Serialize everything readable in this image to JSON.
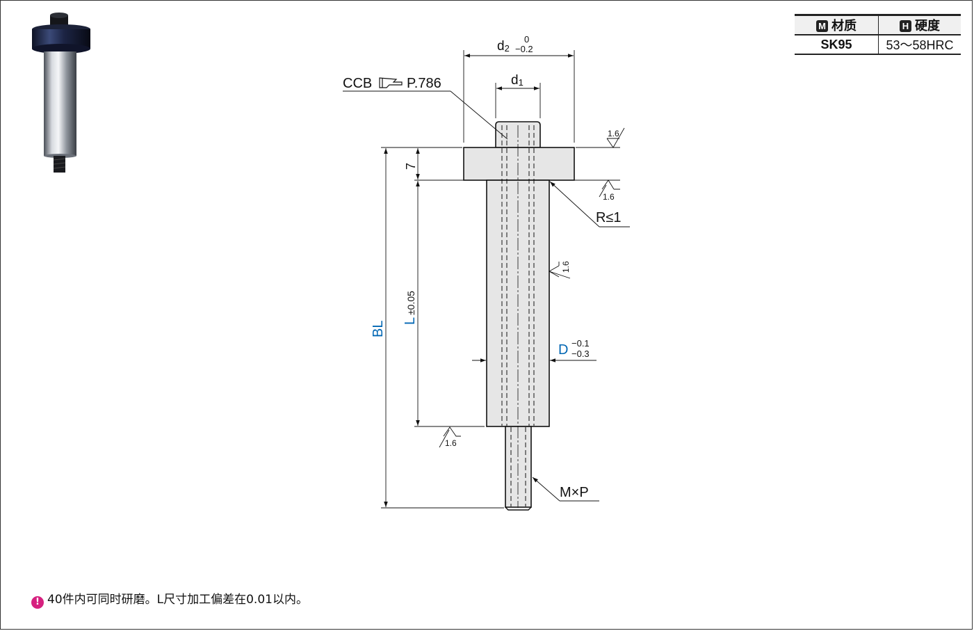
{
  "spec_table": {
    "material_badge": "M",
    "material_header": "材质",
    "hardness_badge": "H",
    "hardness_header": "硬度",
    "material_value": "SK95",
    "hardness_value": "53～58HRC"
  },
  "labels": {
    "d2": "d",
    "d2_sub": "2",
    "d2_tol_upper": "0",
    "d2_tol_lower": "−0.2",
    "d1": "d",
    "d1_sub": "1",
    "ccb": "CCB",
    "ccb_page": "P.786",
    "head_thickness": "7",
    "radius": "R≤1",
    "bl": "BL",
    "l": "L",
    "l_tol": "±0.05",
    "d": "D",
    "d_tol_upper": "−0.1",
    "d_tol_lower": "−0.3",
    "mxp": "M×P",
    "roughness": "1.6"
  },
  "colors": {
    "dimension_blue": "#0066b3",
    "note_magenta": "#d6207f"
  },
  "note": {
    "icon": "!",
    "text": "40件内可同时研磨。L尺寸加工偏差在0.01以内。"
  }
}
